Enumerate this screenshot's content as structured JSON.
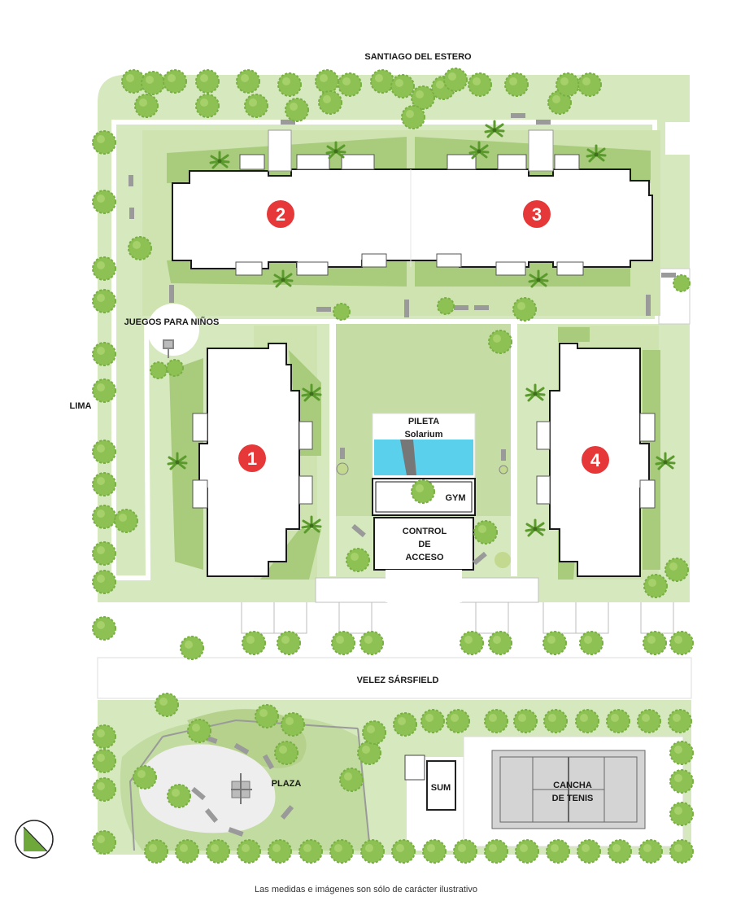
{
  "streets": {
    "north": "SANTIAGO DEL ESTERO",
    "west": "LIMA",
    "south": "VELEZ SÁRSFIELD"
  },
  "buildings": [
    {
      "number": "1"
    },
    {
      "number": "2"
    },
    {
      "number": "3"
    },
    {
      "number": "4"
    }
  ],
  "amenities": {
    "playground": "JUEGOS PARA NIÑOS",
    "pool_line1": "PILETA",
    "pool_line2": "Solarium",
    "gym": "GYM",
    "access_line1": "CONTROL",
    "access_line2": "DE",
    "access_line3": "ACCESO",
    "plaza": "PLAZA",
    "sum": "SUM",
    "tennis_line1": "CANCHA",
    "tennis_line2": "DE TENIS"
  },
  "disclaimer": "Las medidas e imágenes son sólo de carácter ilustrativo",
  "colors": {
    "lawn_light": "#cfe3b1",
    "lawn_mid": "#a8cc7c",
    "lawn_dark": "#8dbd5a",
    "tree": "#8ec153",
    "tree_dark": "#6fa83a",
    "badge": "#e63838",
    "pool": "#5ad0ec",
    "court": "#d4d4d4",
    "bench": "#9a9a9a"
  },
  "icons": {
    "north_arrow": "north-arrow-icon",
    "tree": "tree-icon",
    "bench": "bench-icon",
    "palm": "palm-icon",
    "play_structure": "play-structure-icon"
  }
}
